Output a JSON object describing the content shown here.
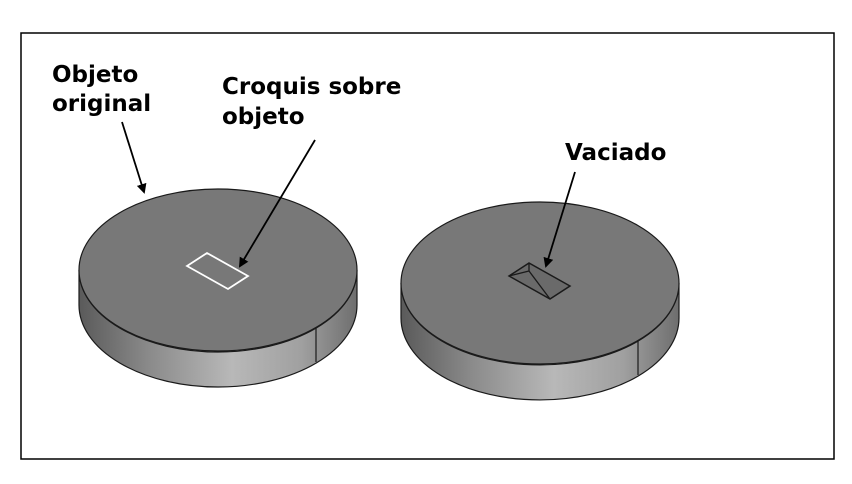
{
  "labels": {
    "original_line1": "Objeto",
    "original_line2": "original",
    "sketch_line1": "Croquis sobre",
    "sketch_line2": "objeto",
    "pocket": "Vaciado"
  },
  "colors": {
    "frame": "#000000",
    "disk_top": "#787878",
    "disk_side_dark": "#5f5f5f",
    "disk_side_light": "#b4b4b4",
    "sketch_outline": "#ffffff",
    "pocket_outline": "#1a1a1a"
  }
}
